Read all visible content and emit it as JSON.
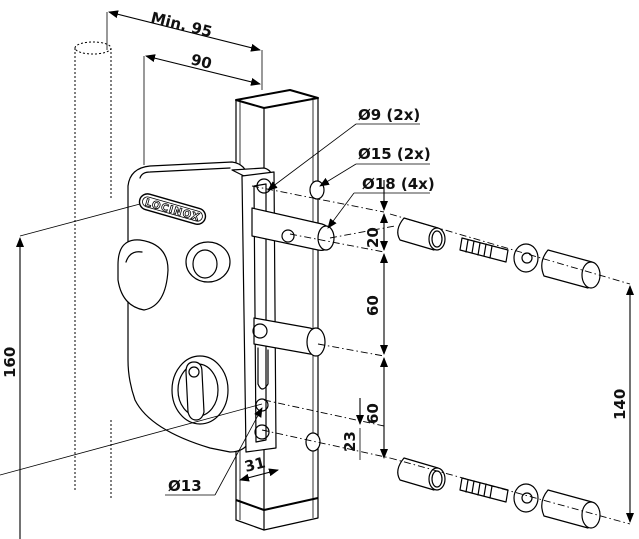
{
  "title": "Locinox gate lock dimensional drawing",
  "brand": "LOCINOX",
  "dimensions": {
    "min_width": "Min. 95",
    "width": "90",
    "height_total": "160",
    "hole_spacing_outer": "140",
    "offset_top": "20",
    "spacing_1": "60",
    "spacing_2": "60",
    "offset_bottom": "23",
    "profile_depth": "31"
  },
  "callouts": {
    "hole_9": "Ø9 (2x)",
    "hole_15": "Ø15 (2x)",
    "hole_18": "Ø18 (4x)",
    "hole_13": "Ø13"
  },
  "colors": {
    "line": "#000000",
    "background": "#ffffff"
  }
}
